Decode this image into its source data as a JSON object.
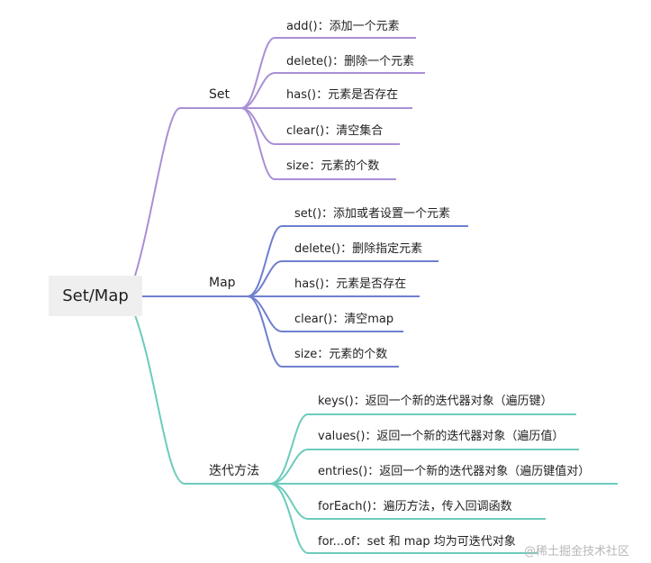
{
  "root": {
    "label": "Set/Map"
  },
  "branches": [
    {
      "label": "Set",
      "color": "#a98fd6",
      "items": [
        "add()：添加一个元素",
        "delete()：删除一个元素",
        "has()：元素是否存在",
        "clear()：清空集合",
        "size：元素的个数"
      ]
    },
    {
      "label": "Map",
      "color": "#6f7fcf",
      "items": [
        "set()：添加或者设置一个元素",
        "delete()：删除指定元素",
        "has()：元素是否存在",
        "clear()：清空map",
        "size：元素的个数"
      ]
    },
    {
      "label": "迭代方法",
      "color": "#6ccbbb",
      "items": [
        "keys()：返回一个新的迭代器对象（遍历键）",
        "values()：返回一个新的迭代器对象（遍历值）",
        "entries()：返回一个新的迭代器对象（遍历键值对）",
        "forEach()：遍历方法，传入回调函数",
        "for...of：set 和 map 均为可迭代对象"
      ]
    }
  ],
  "watermark": "@稀土掘金技术社区"
}
